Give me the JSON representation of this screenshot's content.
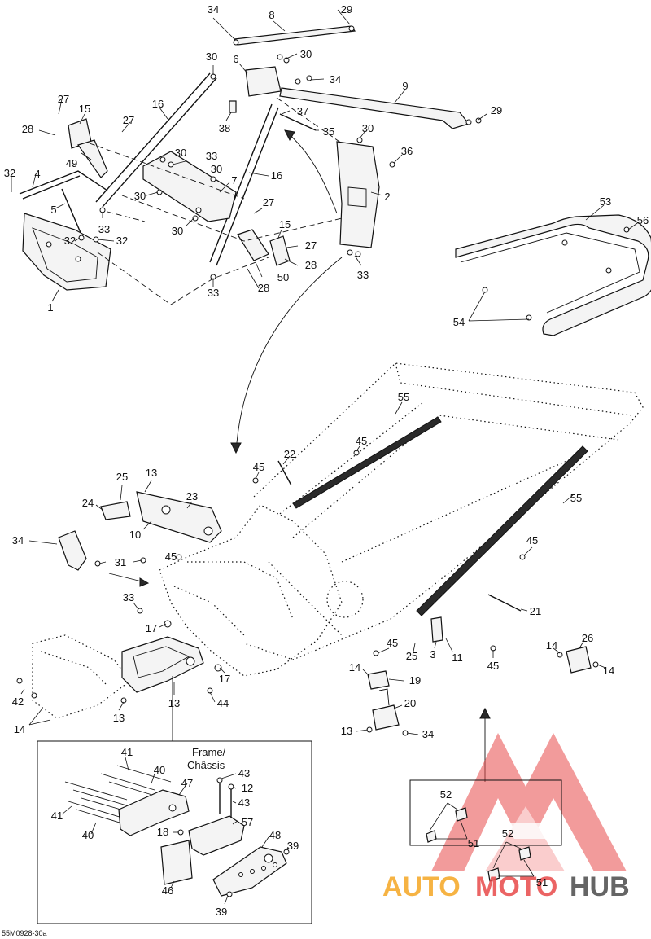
{
  "diagram_code": "55M0928-30a",
  "inset_label_line1": "Frame/",
  "inset_label_line2": "Châssis",
  "watermark": {
    "part1": "AUTO",
    "part2": "MOTO",
    "part3": "HUB",
    "color_orange": "#f5a623",
    "color_red": "#e84a4a",
    "color_grey": "#555555"
  },
  "callouts": [
    {
      "id": "c-34a",
      "label": "34"
    },
    {
      "id": "c-8",
      "label": "8"
    },
    {
      "id": "c-29a",
      "label": "29"
    },
    {
      "id": "c-30a",
      "label": "30"
    },
    {
      "id": "c-6",
      "label": "6"
    },
    {
      "id": "c-30b",
      "label": "30"
    },
    {
      "id": "c-34b",
      "label": "34"
    },
    {
      "id": "c-9",
      "label": "9"
    },
    {
      "id": "c-29b",
      "label": "29"
    },
    {
      "id": "c-27a",
      "label": "27"
    },
    {
      "id": "c-15a",
      "label": "15"
    },
    {
      "id": "c-16a",
      "label": "16"
    },
    {
      "id": "c-27b",
      "label": "27"
    },
    {
      "id": "c-38",
      "label": "38"
    },
    {
      "id": "c-37",
      "label": "37"
    },
    {
      "id": "c-35",
      "label": "35"
    },
    {
      "id": "c-28a",
      "label": "28"
    },
    {
      "id": "c-30c",
      "label": "30"
    },
    {
      "id": "c-36",
      "label": "36"
    },
    {
      "id": "c-30d",
      "label": "30"
    },
    {
      "id": "c-33a",
      "label": "33"
    },
    {
      "id": "c-49",
      "label": "49"
    },
    {
      "id": "c-32a",
      "label": "32"
    },
    {
      "id": "c-30e",
      "label": "30"
    },
    {
      "id": "c-4",
      "label": "4"
    },
    {
      "id": "c-7",
      "label": "7"
    },
    {
      "id": "c-16b",
      "label": "16"
    },
    {
      "id": "c-2",
      "label": "2"
    },
    {
      "id": "c-30f",
      "label": "30"
    },
    {
      "id": "c-5",
      "label": "5"
    },
    {
      "id": "c-27c",
      "label": "27"
    },
    {
      "id": "c-33b",
      "label": "33"
    },
    {
      "id": "c-30g",
      "label": "30"
    },
    {
      "id": "c-15b",
      "label": "15"
    },
    {
      "id": "c-32b",
      "label": "32"
    },
    {
      "id": "c-32c",
      "label": "32"
    },
    {
      "id": "c-27d",
      "label": "27"
    },
    {
      "id": "c-28b",
      "label": "28"
    },
    {
      "id": "c-50",
      "label": "50"
    },
    {
      "id": "c-33c",
      "label": "33"
    },
    {
      "id": "c-28c",
      "label": "28"
    },
    {
      "id": "c-33d",
      "label": "33"
    },
    {
      "id": "c-1",
      "label": "1"
    },
    {
      "id": "c-53",
      "label": "53"
    },
    {
      "id": "c-56",
      "label": "56"
    },
    {
      "id": "c-54",
      "label": "54"
    },
    {
      "id": "c-55a",
      "label": "55"
    },
    {
      "id": "c-45a",
      "label": "45"
    },
    {
      "id": "c-22",
      "label": "22"
    },
    {
      "id": "c-45b",
      "label": "45"
    },
    {
      "id": "c-25a",
      "label": "25"
    },
    {
      "id": "c-13a",
      "label": "13"
    },
    {
      "id": "c-23",
      "label": "23"
    },
    {
      "id": "c-24",
      "label": "24"
    },
    {
      "id": "c-55b",
      "label": "55"
    },
    {
      "id": "c-10",
      "label": "10"
    },
    {
      "id": "c-34c",
      "label": "34"
    },
    {
      "id": "c-45c",
      "label": "45"
    },
    {
      "id": "c-31",
      "label": "31"
    },
    {
      "id": "c-45d",
      "label": "45"
    },
    {
      "id": "c-33e",
      "label": "33"
    },
    {
      "id": "c-21",
      "label": "21"
    },
    {
      "id": "c-17a",
      "label": "17"
    },
    {
      "id": "c-26",
      "label": "26"
    },
    {
      "id": "c-45e",
      "label": "45"
    },
    {
      "id": "c-25b",
      "label": "25"
    },
    {
      "id": "c-3",
      "label": "3"
    },
    {
      "id": "c-11",
      "label": "11"
    },
    {
      "id": "c-45f",
      "label": "45"
    },
    {
      "id": "c-14a",
      "label": "14"
    },
    {
      "id": "c-14b",
      "label": "14"
    },
    {
      "id": "c-14c",
      "label": "14"
    },
    {
      "id": "c-17b",
      "label": "17"
    },
    {
      "id": "c-19",
      "label": "19"
    },
    {
      "id": "c-13b",
      "label": "13"
    },
    {
      "id": "c-44",
      "label": "44"
    },
    {
      "id": "c-42",
      "label": "42"
    },
    {
      "id": "c-20",
      "label": "20"
    },
    {
      "id": "c-14d",
      "label": "14"
    },
    {
      "id": "c-13c",
      "label": "13"
    },
    {
      "id": "c-13d",
      "label": "13"
    },
    {
      "id": "c-34d",
      "label": "34"
    },
    {
      "id": "c-41a",
      "label": "41"
    },
    {
      "id": "c-40a",
      "label": "40"
    },
    {
      "id": "c-43a",
      "label": "43"
    },
    {
      "id": "c-47",
      "label": "47"
    },
    {
      "id": "c-12",
      "label": "12"
    },
    {
      "id": "c-43b",
      "label": "43"
    },
    {
      "id": "c-41b",
      "label": "41"
    },
    {
      "id": "c-40b",
      "label": "40"
    },
    {
      "id": "c-57",
      "label": "57"
    },
    {
      "id": "c-18",
      "label": "18"
    },
    {
      "id": "c-48",
      "label": "48"
    },
    {
      "id": "c-39a",
      "label": "39"
    },
    {
      "id": "c-46",
      "label": "46"
    },
    {
      "id": "c-39b",
      "label": "39"
    },
    {
      "id": "c-52a",
      "label": "52"
    },
    {
      "id": "c-51a",
      "label": "51"
    },
    {
      "id": "c-52b",
      "label": "52"
    },
    {
      "id": "c-51b",
      "label": "51"
    }
  ]
}
